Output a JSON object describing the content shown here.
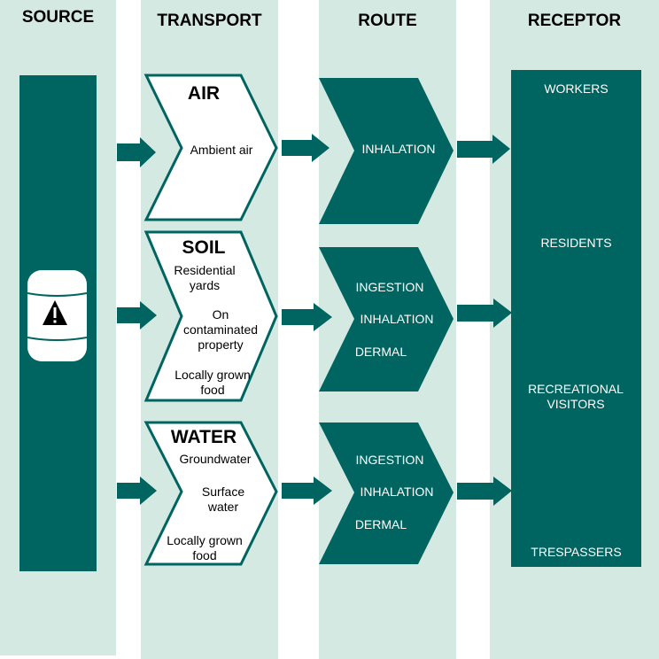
{
  "colors": {
    "background": "#d5e9e3",
    "accent": "#006461",
    "white": "#ffffff"
  },
  "headers": {
    "source": "SOURCE",
    "transport": "TRANSPORT",
    "route": "ROUTE",
    "receptor": "RECEPTOR"
  },
  "source": {
    "icon": "hazard-drum-icon"
  },
  "transport": {
    "air": {
      "title": "AIR",
      "items": [
        "Ambient air"
      ]
    },
    "soil": {
      "title": "SOIL",
      "items": [
        "Residential yards",
        "On contaminated property",
        "Locally grown food"
      ]
    },
    "water": {
      "title": "WATER",
      "items": [
        "Groundwater",
        "Surface water",
        "Locally grown food"
      ]
    }
  },
  "routes": {
    "air": [
      "INHALATION"
    ],
    "soil": [
      "INGESTION",
      "INHALATION",
      "DERMAL"
    ],
    "water": [
      "INGESTION",
      "INHALATION",
      "DERMAL"
    ]
  },
  "receptors": [
    "WORKERS",
    "RESIDENTS",
    "RECREATIONAL VISITORS",
    "TRESPASSERS"
  ]
}
